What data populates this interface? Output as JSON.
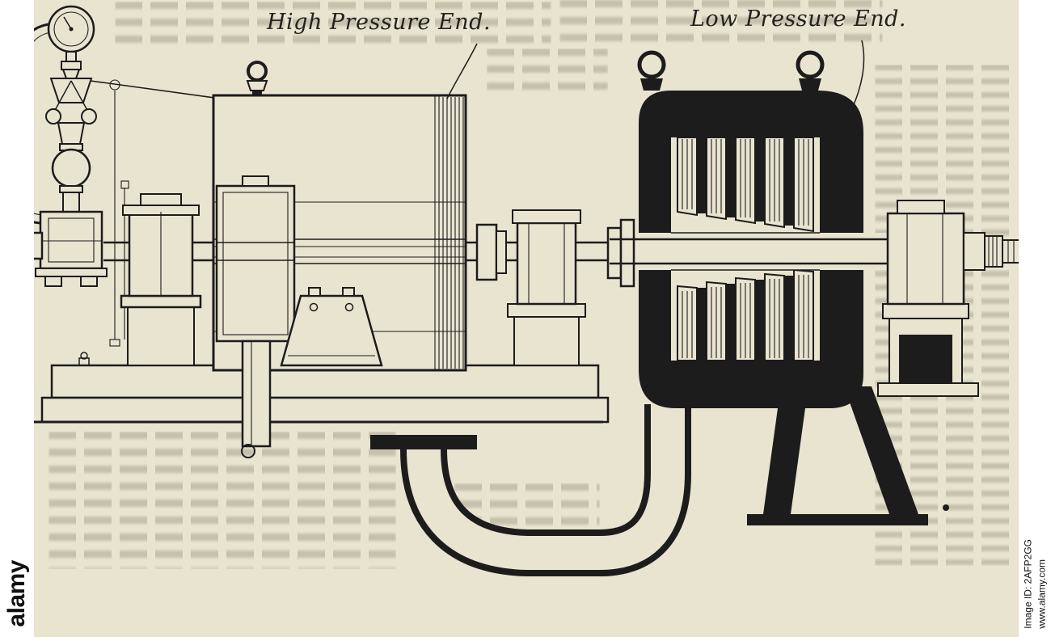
{
  "colors": {
    "paper": "#e9e4d0",
    "ink": "#1c1c1c",
    "bar": "#ffffff",
    "wmtext": "#111111"
  },
  "figure": {
    "high_pressure_label": "High Pressure End.",
    "low_pressure_label": "Low Pressure End."
  },
  "watermark": {
    "logo": "alamy",
    "image_id": "Image ID: 2AFP2GG",
    "website": "www.alamy.com"
  }
}
